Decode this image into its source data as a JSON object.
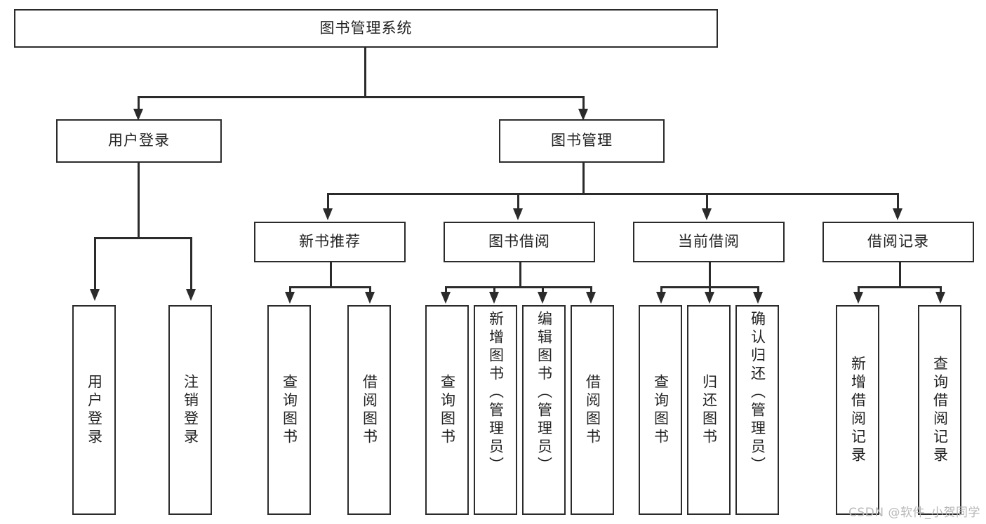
{
  "diagram": {
    "type": "tree",
    "title": "图书管理系统",
    "root": {
      "id": "root",
      "label": "图书管理系统",
      "orientation": "horizontal"
    },
    "level2": [
      {
        "id": "user-login",
        "label": "用户登录",
        "orientation": "horizontal"
      },
      {
        "id": "book-management",
        "label": "图书管理",
        "orientation": "horizontal"
      }
    ],
    "level3": [
      {
        "id": "new-book-recommend",
        "label": "新书推荐",
        "parent": "book-management",
        "orientation": "horizontal"
      },
      {
        "id": "book-borrow",
        "label": "图书借阅",
        "parent": "book-management",
        "orientation": "horizontal"
      },
      {
        "id": "current-borrow",
        "label": "当前借阅",
        "parent": "book-management",
        "orientation": "horizontal"
      },
      {
        "id": "borrow-record",
        "label": "借阅记录",
        "parent": "book-management",
        "orientation": "horizontal"
      }
    ],
    "leaves": [
      {
        "id": "leaf-user-login",
        "label": "用户登录",
        "parent": "user-login",
        "orientation": "vertical"
      },
      {
        "id": "leaf-logout",
        "label": "注销登录",
        "parent": "user-login",
        "orientation": "vertical"
      },
      {
        "id": "leaf-query-book-1",
        "label": "查询图书",
        "parent": "new-book-recommend",
        "orientation": "vertical"
      },
      {
        "id": "leaf-borrow-book-1",
        "label": "借阅图书",
        "parent": "new-book-recommend",
        "orientation": "vertical"
      },
      {
        "id": "leaf-query-book-2",
        "label": "查询图书",
        "parent": "book-borrow",
        "orientation": "vertical"
      },
      {
        "id": "leaf-add-book",
        "label": "新增图书（管理员）",
        "parent": "book-borrow",
        "orientation": "vertical"
      },
      {
        "id": "leaf-edit-book",
        "label": "编辑图书（管理员）",
        "parent": "book-borrow",
        "orientation": "vertical"
      },
      {
        "id": "leaf-borrow-book-2",
        "label": "借阅图书",
        "parent": "book-borrow",
        "orientation": "vertical"
      },
      {
        "id": "leaf-query-book-3",
        "label": "查询图书",
        "parent": "current-borrow",
        "orientation": "vertical"
      },
      {
        "id": "leaf-return-book",
        "label": "归还图书",
        "parent": "current-borrow",
        "orientation": "vertical"
      },
      {
        "id": "leaf-confirm-return",
        "label": "确认归还（管理员）",
        "parent": "current-borrow",
        "orientation": "vertical"
      },
      {
        "id": "leaf-add-record",
        "label": "新增借阅记录",
        "parent": "borrow-record",
        "orientation": "vertical"
      },
      {
        "id": "leaf-query-record",
        "label": "查询借阅记录",
        "parent": "borrow-record",
        "orientation": "vertical"
      }
    ]
  },
  "watermark": {
    "text": "CSDN @软件_小贺同学"
  },
  "colors": {
    "stroke": "#2b2b2b",
    "fill": "#ffffff",
    "text": "#1a1a1a",
    "watermark": "#b8b8b8"
  }
}
